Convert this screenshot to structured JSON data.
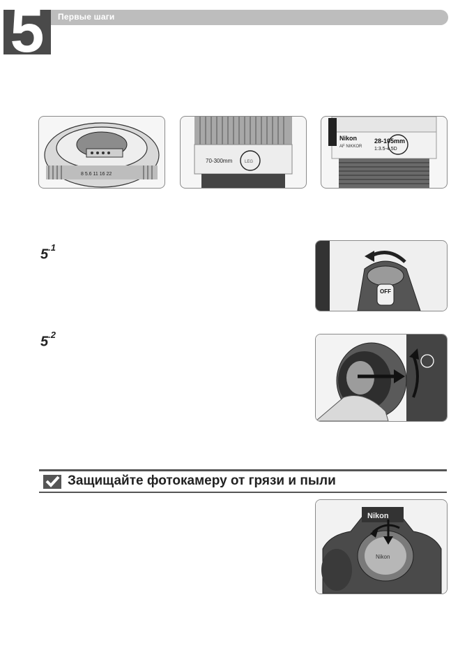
{
  "header": {
    "chapter_number": "5",
    "section_title": "Первые шаги"
  },
  "steps": [
    {
      "number": "5",
      "sub": ".1"
    },
    {
      "number": "5",
      "sub": ".2"
    }
  ],
  "warning": {
    "title": "Защищайте фотокамеру от грязи и пыли",
    "icon": "checkmark-icon"
  },
  "lens_images": [
    {
      "name": "lens-mount-contacts",
      "labels": [
        "8",
        "5.6",
        "11",
        "16",
        "22"
      ]
    },
    {
      "name": "lens-70-300mm",
      "labels": [
        "70-300mm",
        "LEG"
      ]
    },
    {
      "name": "lens-nikkor-28-105",
      "labels": [
        "Nikon",
        "AF NIKKOR",
        "28-105mm",
        "1:3.5-4.5D"
      ]
    }
  ],
  "camera_images": [
    {
      "name": "power-switch-illustration",
      "labels": [
        "OFF"
      ]
    },
    {
      "name": "lens-attach-illustration",
      "labels": []
    },
    {
      "name": "body-cap-illustration",
      "labels": [
        "Nikon",
        "Nikon"
      ]
    }
  ]
}
